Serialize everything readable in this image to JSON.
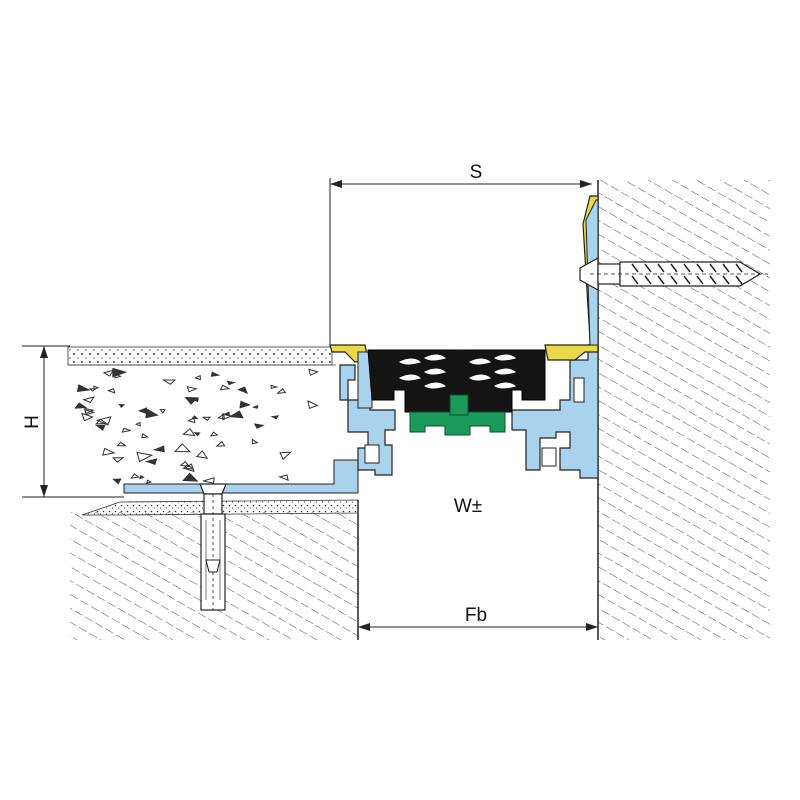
{
  "labels": {
    "s": "S",
    "h": "H",
    "w": "W±",
    "fb": "Fb"
  },
  "colors": {
    "aluminum": "#a9d2ec",
    "gasket": "#141414",
    "seal": "#1a9a5a",
    "cap": "#e8d84a",
    "screed": "#d8d8d8",
    "plate": "#a9d2ec",
    "outline": "#222222"
  },
  "icons": {
    "anchor": "anchor-bolt-icon",
    "screw": "wall-screw-anchor-icon"
  }
}
